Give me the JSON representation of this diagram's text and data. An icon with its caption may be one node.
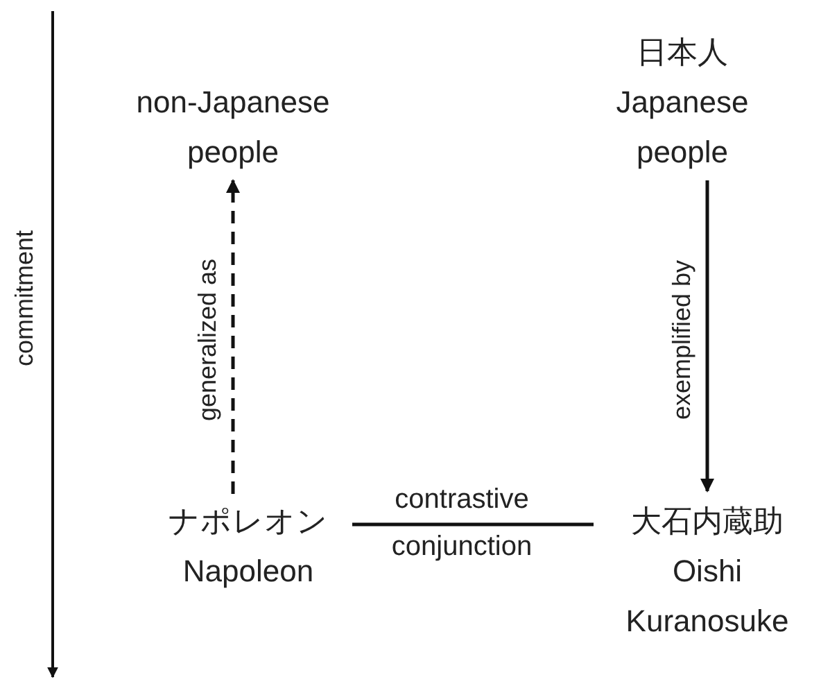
{
  "diagram": {
    "nodes": [
      {
        "text": [
          "non-Japanese people"
        ]
      },
      {
        "text": [
          "日本人",
          "Japanese people"
        ]
      },
      {
        "text": [
          "ナポレオン",
          "Napoleon"
        ]
      },
      {
        "text": [
          "大石内蔵助",
          "Oishi Kuranosuke"
        ]
      }
    ],
    "edges": [
      {
        "from": 2,
        "to": 0,
        "arrow": "to",
        "label": "generalized as",
        "style": "dashed"
      },
      {
        "from": 1,
        "to": 3,
        "arrow": "to",
        "label": "exemplified by"
      },
      {
        "from": 2,
        "to": 3,
        "arrow": "none",
        "label": "contrastive conjunction"
      }
    ],
    "labels": [
      "commitment"
    ]
  }
}
